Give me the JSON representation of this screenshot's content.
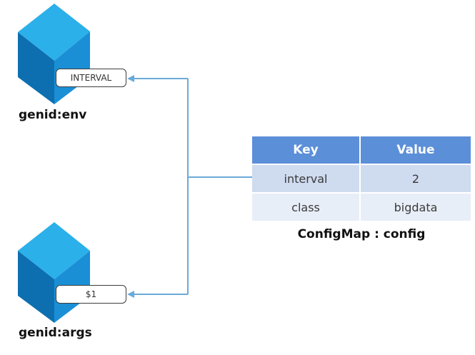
{
  "pods": [
    {
      "name": "genid:env",
      "env_var": "INTERVAL"
    },
    {
      "name": "genid:args",
      "env_var": "$1"
    }
  ],
  "configmap": {
    "headers": {
      "key": "Key",
      "value": "Value"
    },
    "rows": [
      {
        "key": "interval",
        "value": "2"
      },
      {
        "key": "class",
        "value": "bigdata"
      }
    ],
    "caption": "ConfigMap : config"
  },
  "colors": {
    "cube_front": "#1a8fd6",
    "cube_top": "#2bb0ea",
    "cube_side": "#0d6fb0",
    "connector": "#6aaad8",
    "table_header": "#5b8fd8",
    "table_row_1": "#cfdbef",
    "table_row_2": "#e8eef8"
  }
}
